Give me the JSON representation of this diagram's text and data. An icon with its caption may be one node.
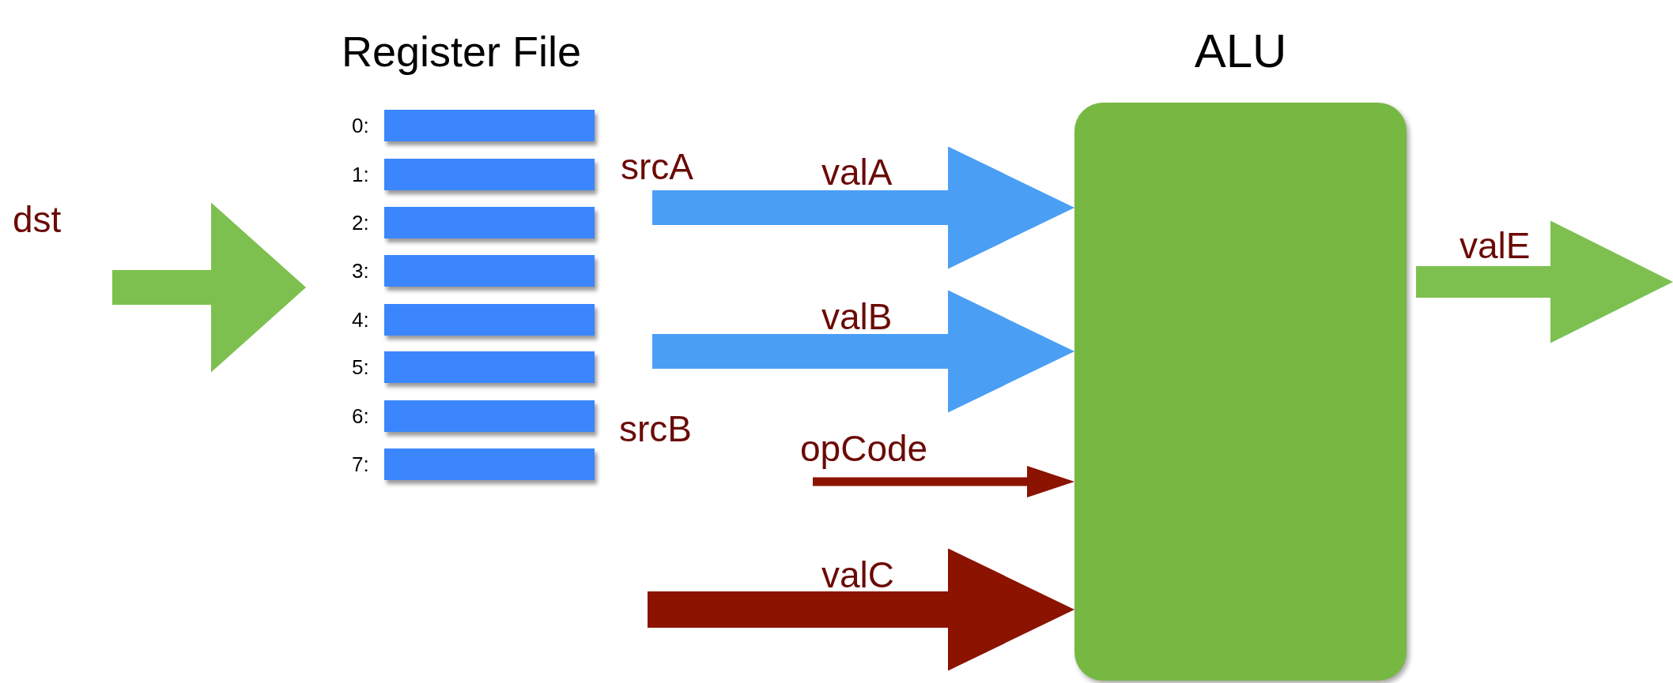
{
  "diagram": {
    "nodes": [
      {
        "text": [
          "Register File"
        ]
      },
      {
        "text": [],
        "shape": "bar",
        "in": 0,
        "beside": [
          "0:"
        ]
      },
      {
        "text": [],
        "shape": "bar",
        "in": 0,
        "beside": [
          "1:"
        ]
      },
      {
        "text": [],
        "shape": "bar",
        "in": 0,
        "beside": [
          "2:"
        ]
      },
      {
        "text": [],
        "shape": "bar",
        "in": 0,
        "beside": [
          "3:"
        ]
      },
      {
        "text": [],
        "shape": "bar",
        "in": 0,
        "beside": [
          "4:"
        ]
      },
      {
        "text": [],
        "shape": "bar",
        "in": 0,
        "beside": [
          "5:"
        ]
      },
      {
        "text": [],
        "shape": "bar",
        "in": 0,
        "beside": [
          "6:"
        ]
      },
      {
        "text": [],
        "shape": "bar",
        "in": 0,
        "beside": [
          "7:"
        ]
      },
      {
        "text": [
          "ALU"
        ]
      }
    ],
    "edges": [
      {
        "from": null,
        "to": 0,
        "arrow": "to",
        "label": "dst",
        "color": "#7dc04f"
      },
      {
        "from": 0,
        "to": 9,
        "arrow": "to",
        "label": "valA",
        "color": "#4a9ff5"
      },
      {
        "from": 0,
        "to": 9,
        "arrow": "to",
        "label": "valB",
        "color": "#4a9ff5"
      },
      {
        "from": null,
        "to": 9,
        "arrow": "to",
        "label": "opCode",
        "color": "#8b1300"
      },
      {
        "from": null,
        "to": 9,
        "arrow": "to",
        "label": "valC",
        "color": "#8b1300"
      },
      {
        "from": 9,
        "to": null,
        "arrow": "to",
        "label": "valE",
        "color": "#7dc04f"
      }
    ],
    "labels": [
      "srcA",
      "srcB"
    ]
  }
}
